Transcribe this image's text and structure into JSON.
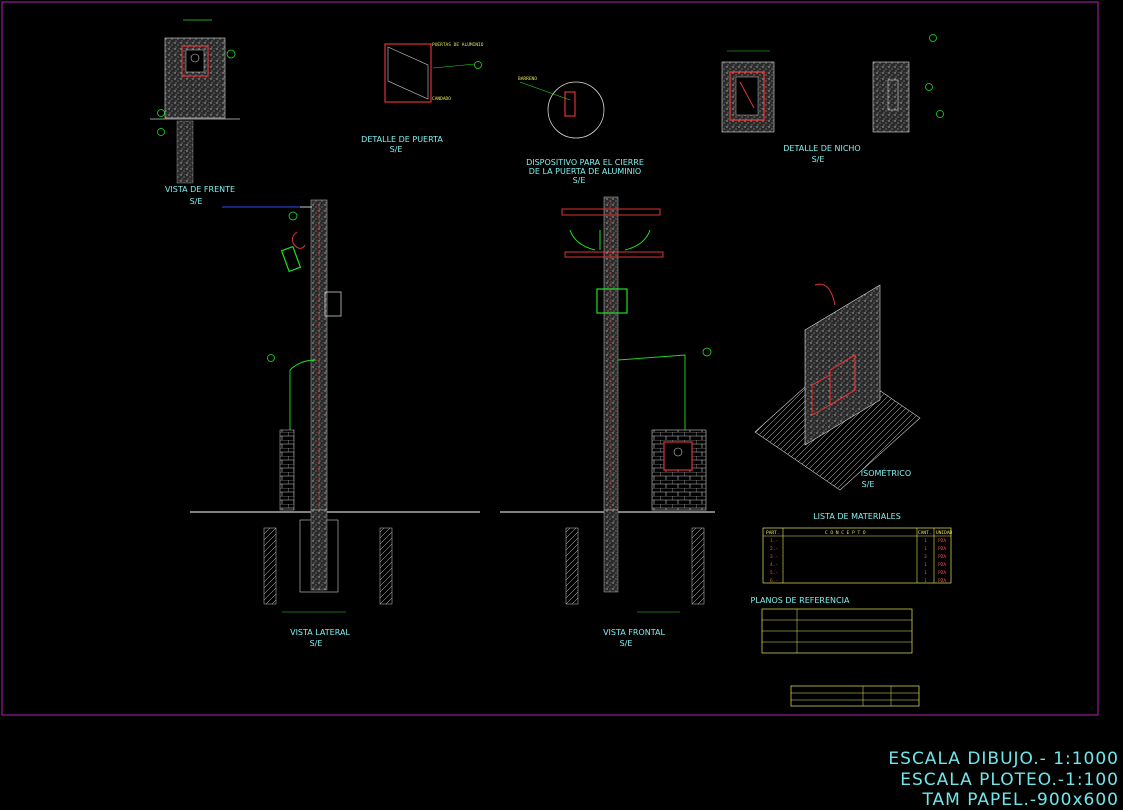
{
  "colors": {
    "background": "#000000",
    "frame": "#b020b0",
    "text": "#7ff0f0",
    "concrete": "#9a9a9a",
    "dim": "#ff3030",
    "green": "#20e020",
    "yellow": "#e8e85a",
    "brick": "#d0d0d0"
  },
  "views": {
    "vista_frente": {
      "title": "VISTA DE FRENTE",
      "scale": "S/E"
    },
    "detalle_puerta": {
      "title": "DETALLE DE PUERTA",
      "scale": "S/E"
    },
    "dispositivo": {
      "title_line1": "DISPOSITIVO PARA EL CIERRE",
      "title_line2": "DE LA PUERTA DE ALUMINIO",
      "scale": "S/E"
    },
    "detalle_nicho": {
      "title": "DETALLE DE NICHO",
      "scale": "S/E"
    },
    "isometrico": {
      "title": "ISOMÉTRICO",
      "scale": "S/E"
    },
    "vista_lateral": {
      "title": "VISTA LATERAL",
      "scale": "S/E"
    },
    "vista_frontal": {
      "title": "VISTA FRONTAL",
      "scale": "S/E"
    }
  },
  "materiales": {
    "title": "LISTA DE MATERIALES",
    "headers": [
      "PART.",
      "C O N C E P T O",
      "CANT.",
      "UNIDAD"
    ],
    "rows": [
      [
        "1.-",
        "",
        "1",
        "PZA"
      ],
      [
        "2.-",
        "",
        "1",
        "PZA"
      ],
      [
        "3.-",
        "",
        "3",
        "PZA"
      ],
      [
        "4.-",
        "",
        "1",
        "PZA"
      ],
      [
        "5.-",
        "",
        "1",
        "PZA"
      ],
      [
        "6.-",
        "",
        "1",
        "PZA"
      ]
    ]
  },
  "referencia": {
    "title": "PLANOS DE REFERENCIA",
    "rows": [
      {
        "code": "",
        "desc": ""
      },
      {
        "code": "",
        "desc": ""
      },
      {
        "code": "",
        "desc": ""
      },
      {
        "code": "",
        "desc": ""
      }
    ]
  },
  "escala": {
    "dibujo": "ESCALA DIBUJO.- 1:1000",
    "ploteo": "ESCALA PLOTEO.-1:100",
    "papel": "TAM PAPEL.-900x600"
  }
}
